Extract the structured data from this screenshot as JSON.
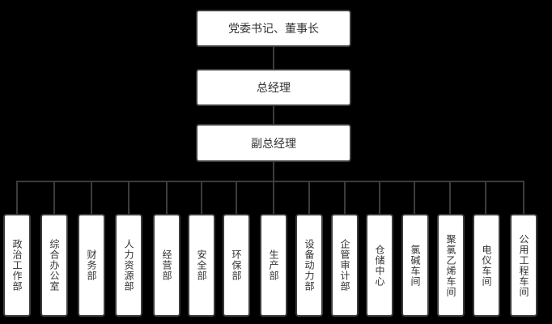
{
  "chart": {
    "levels": [
      {
        "label": "党委书记、董事长"
      },
      {
        "label": "总经理"
      },
      {
        "label": "副总经理"
      }
    ],
    "departments": [
      {
        "label": "政治工作部"
      },
      {
        "label": "综合办公室"
      },
      {
        "label": "财务部"
      },
      {
        "label": "人力资源部"
      },
      {
        "label": "经营部"
      },
      {
        "label": "安全部"
      },
      {
        "label": "环保部"
      },
      {
        "label": "生产部"
      },
      {
        "label": "设备动力部"
      },
      {
        "label": "企管审计部"
      },
      {
        "label": "仓储中心"
      },
      {
        "label": "氯碱车间"
      },
      {
        "label": "聚氯乙烯车间"
      },
      {
        "label": "电仪车间"
      },
      {
        "label": "公用工程车间"
      }
    ]
  },
  "colors": {
    "background": "#000000",
    "box_fill": "#ffffff",
    "box_border": "#3c3c3c",
    "connector": "#3c3c3c",
    "text": "#333333"
  }
}
